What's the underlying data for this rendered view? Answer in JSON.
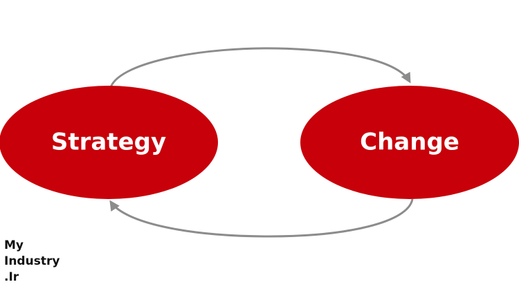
{
  "diagram": {
    "nodes": [
      {
        "id": "strategy",
        "label": "Strategy"
      },
      {
        "id": "change",
        "label": "Change"
      }
    ],
    "edges": [
      {
        "from": "strategy",
        "to": "change"
      },
      {
        "from": "change",
        "to": "strategy"
      }
    ],
    "colors": {
      "node_fill": "#c8000a",
      "node_text": "#ffffff",
      "arrow": "#8c8c8c"
    }
  },
  "watermark": {
    "line1": "My",
    "line2": "Industry",
    "line3": ".Ir"
  }
}
